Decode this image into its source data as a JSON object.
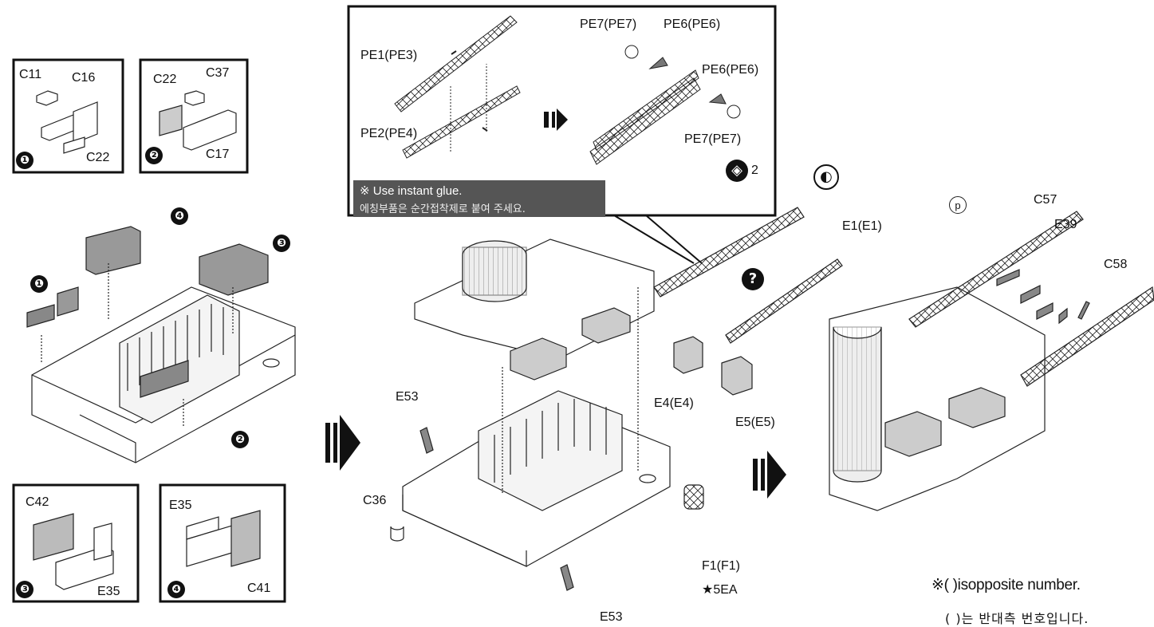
{
  "step_boxes": [
    {
      "number": "❶",
      "parts": [
        "C11",
        "C16",
        "C22"
      ]
    },
    {
      "number": "❷",
      "parts": [
        "C22",
        "C37",
        "C17"
      ]
    },
    {
      "number": "❸",
      "parts": [
        "C42",
        "E35"
      ]
    },
    {
      "number": "❹",
      "parts": [
        "E35",
        "C41"
      ]
    }
  ],
  "markers": {
    "m1": "❶",
    "m2": "❷",
    "m3": "❸",
    "m4": "❹",
    "question": "?",
    "diamond_count": "2"
  },
  "crane_detail": {
    "pe1": "PE1(PE3)",
    "pe2": "PE2(PE4)",
    "pe7_top": "PE7(PE7)",
    "pe6_top": "PE6(PE6)",
    "pe6_right": "PE6(PE6)",
    "pe7_bottom": "PE7(PE7)"
  },
  "glue_note": {
    "line1": "※ Use instant glue.",
    "line2": "에칭부품은 순간접착제로 붙여 주세요."
  },
  "main_labels": {
    "e53_top": "E53",
    "e53_bottom": "E53",
    "c36": "C36",
    "e4": "E4(E4)",
    "e5": "E5(E5)",
    "f1": "F1(F1)",
    "f1_qty": "★5EA",
    "e1": "E1(E1)",
    "c57": "C57",
    "e39": "E39",
    "c58": "C58",
    "p_mark": "p"
  },
  "footnote": {
    "en": "※( )isopposite number.",
    "ko": "( )는 반대측 번호입니다."
  },
  "colors": {
    "ink": "#111111",
    "gray_part": "#8a8a8a",
    "glue_bg": "#555555"
  }
}
